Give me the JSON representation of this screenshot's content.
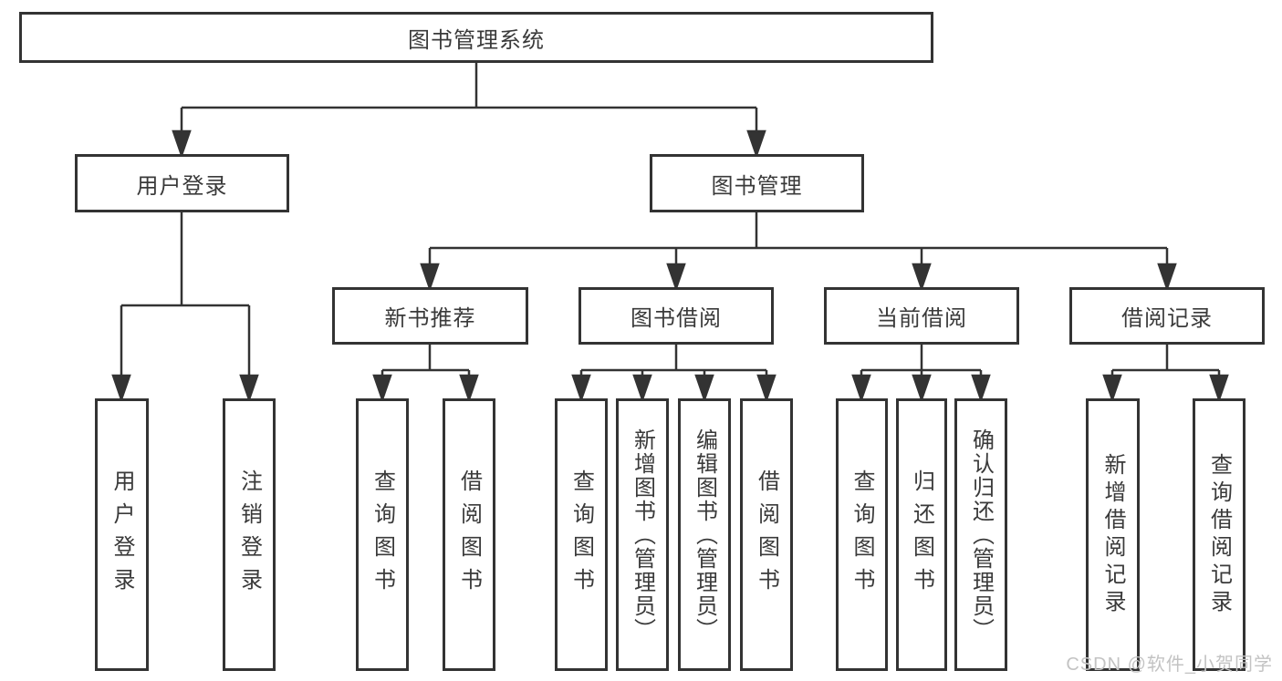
{
  "tree": {
    "root": {
      "label": "图书管理系统"
    },
    "branches": [
      {
        "label": "用户登录",
        "children": [
          {
            "label": "用户登录"
          },
          {
            "label": "注销登录"
          }
        ]
      },
      {
        "label": "图书管理",
        "children": [
          {
            "label": "新书推荐",
            "children": [
              {
                "label": "查询图书"
              },
              {
                "label": "借阅图书"
              }
            ]
          },
          {
            "label": "图书借阅",
            "children": [
              {
                "label": "查询图书"
              },
              {
                "label": "新增图书（管理员）"
              },
              {
                "label": "编辑图书（管理员）"
              },
              {
                "label": "借阅图书"
              }
            ]
          },
          {
            "label": "当前借阅",
            "children": [
              {
                "label": "查询图书"
              },
              {
                "label": "归还图书"
              },
              {
                "label": "确认归还（管理员）"
              }
            ]
          },
          {
            "label": "借阅记录",
            "children": [
              {
                "label": "新增借阅记录"
              },
              {
                "label": "查询借阅记录"
              }
            ]
          }
        ]
      }
    ]
  },
  "watermark": {
    "text": "CSDN @软件_小贺同学"
  },
  "colors": {
    "line": "#333333",
    "text": "#3a3a3a",
    "watermark": "#c3c3c3",
    "background": "#ffffff"
  }
}
